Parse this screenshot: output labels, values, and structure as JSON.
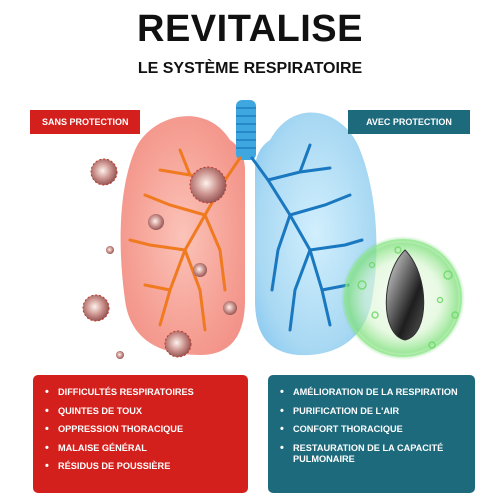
{
  "header": {
    "title": "REVITALISE",
    "subtitle": "LE SYSTÈME RESPIRATOIRE"
  },
  "badges": {
    "left": "SANS PROTECTION",
    "right": "AVEC PROTECTION"
  },
  "left_panel": {
    "items": [
      "DIFFICULTÉS RESPIRATOIRES",
      "QUINTES DE TOUX",
      "OPPRESSION THORACIQUE",
      "MALAISE GÉNÉRAL",
      "RÉSIDUS DE POUSSIÈRE"
    ]
  },
  "right_panel": {
    "items": [
      "AMÉLIORATION DE LA RESPIRATION",
      "PURIFICATION DE L'AIR",
      "CONFORT THORACIQUE",
      "RESTAURATION DE LA CAPACITÉ PULMONAIRE"
    ]
  },
  "colors": {
    "red": "#d4201c",
    "teal": "#1d6a7d",
    "lung_left": "#f7a9a0",
    "lung_right": "#a9d9f2",
    "trachea": "#3fa7e0",
    "green_glow": "#7ee07a"
  },
  "icons": [
    "virus-icon",
    "pendant-icon",
    "lungs-icon"
  ]
}
